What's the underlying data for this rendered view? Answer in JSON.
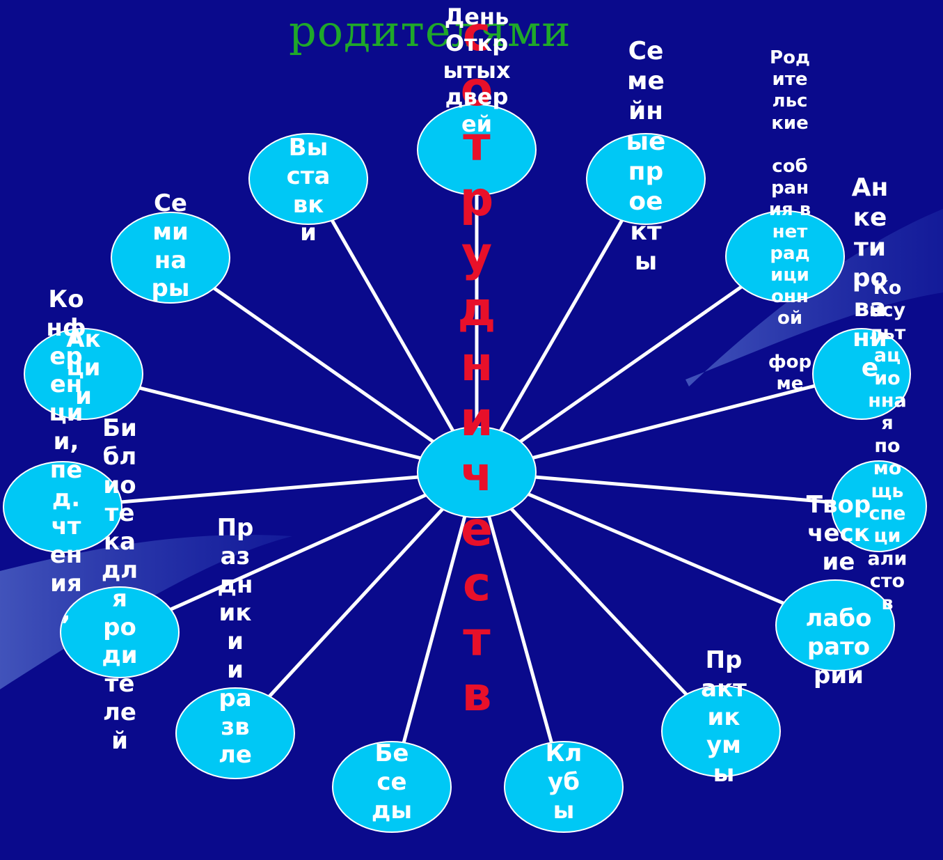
{
  "title": "родителями",
  "vertical_word": "с\nо\nт\nр\nу\nд\nн\nи\nч\nе\nс\nт\nв",
  "colors": {
    "background": "#0a0a8c",
    "node_fill": "#00c8f5",
    "title": "#1fa82a",
    "vertical_word": "#e8102a"
  },
  "nodes": [
    {
      "id": "den-otkrytyh-dverey",
      "text": "День\nОткр\nытых\nдвер\nей"
    },
    {
      "id": "semeynye-proekty",
      "text": "Се\nме\nйн\nые\nпр\nое\nкт\nы"
    },
    {
      "id": "roditelskie-sobraniya",
      "text": "Род\nите\nльс\nкие\n\nсоб\nран\nия в\nнет\nрад\nици\nонн\nой\n\nфор\nме"
    },
    {
      "id": "anketirovanie",
      "text": "Ан\nке\nти\nро\nва\nни\nе"
    },
    {
      "id": "konsultatsionnaya-pomoshch",
      "text": "Ко\nнсу\nльт\nац\nио\nнна\nя\nпо\nмо\nщь\nспе\nци\nали\nсто\nв"
    },
    {
      "id": "tvorcheskie-laboratorii",
      "text": "Твор\nческ\nие\n\nлабо\nрато\nрии"
    },
    {
      "id": "praktikumy",
      "text": "Пр\nакт\nик\nум\nы"
    },
    {
      "id": "kluby",
      "text": "Кл\nуб\nы"
    },
    {
      "id": "besedy",
      "text": "Бе\nсе\nды"
    },
    {
      "id": "prazdniki",
      "text": "Пр\nаз\nдн\nик\nи\nи\nра\nзв\nле"
    },
    {
      "id": "biblioteka",
      "text": "Би\nбл\nио\nте\nка\nдл\nя\nро\nди\nте\nле\nй"
    },
    {
      "id": "konferentsii",
      "text": "Ко\nнф\nер\nен\nци\nи,\nпе\nд.\nчт\nен\nия\n,"
    },
    {
      "id": "aktsii",
      "text": "Ак\nци\nи"
    },
    {
      "id": "seminary",
      "text": "Се\nми\nна\nры"
    },
    {
      "id": "vystavki",
      "text": "Вы\nста\nвк\nи"
    }
  ]
}
